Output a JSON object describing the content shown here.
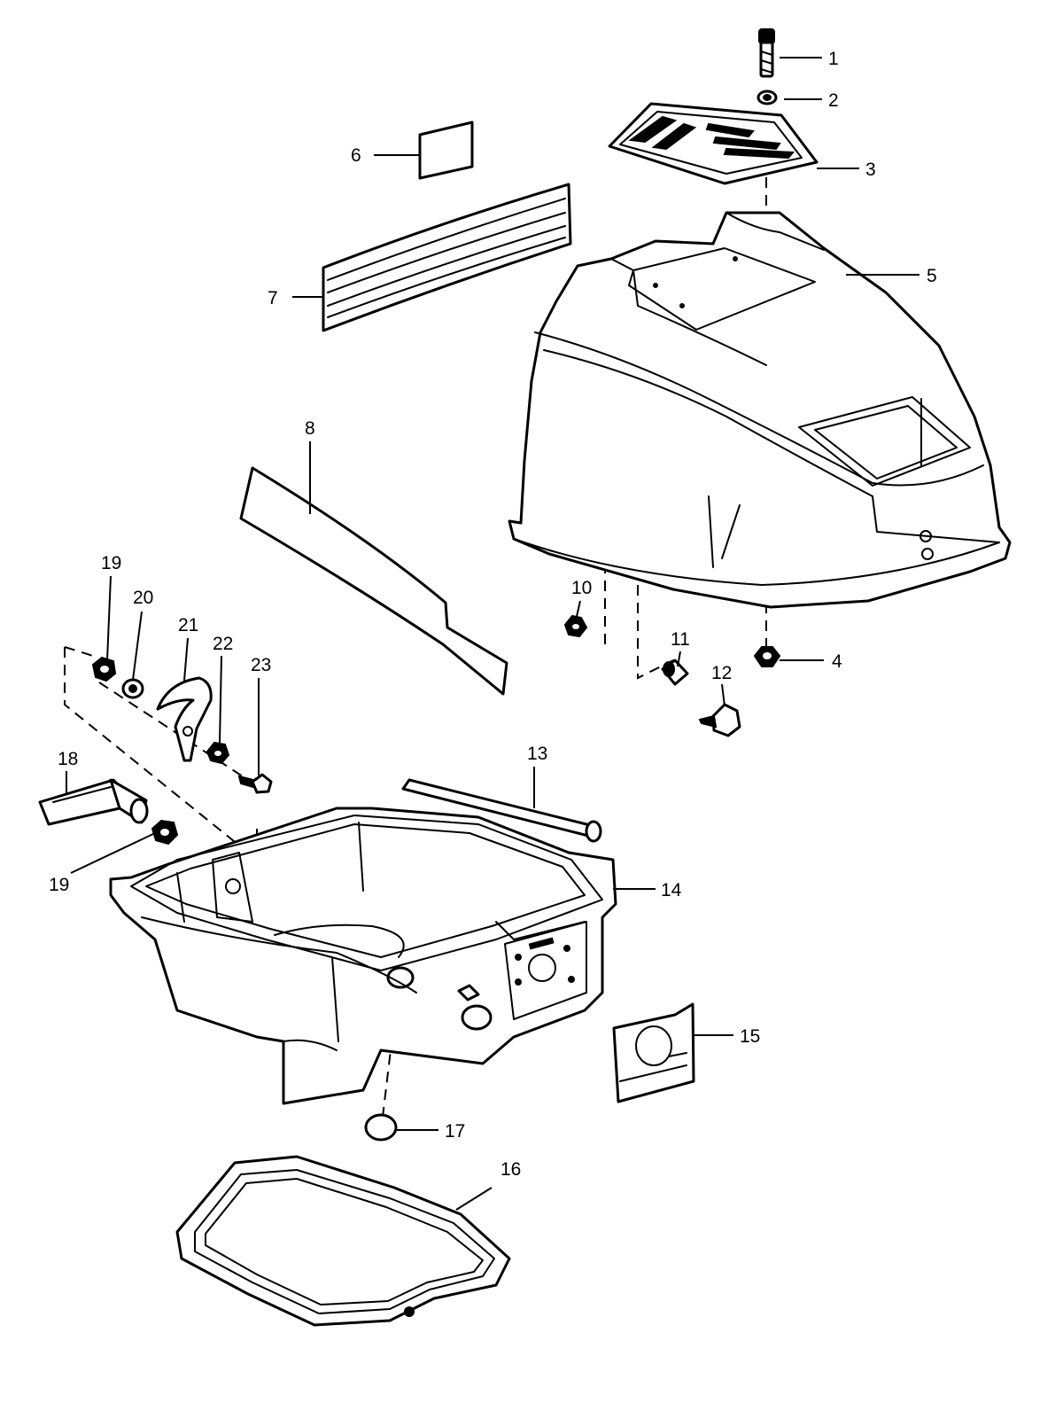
{
  "callouts": [
    {
      "id": "label-1",
      "text": "1"
    },
    {
      "id": "label-2",
      "text": "2"
    },
    {
      "id": "label-3",
      "text": "3"
    },
    {
      "id": "label-4",
      "text": "4"
    },
    {
      "id": "label-5",
      "text": "5"
    },
    {
      "id": "label-6",
      "text": "6"
    },
    {
      "id": "label-7",
      "text": "7"
    },
    {
      "id": "label-8",
      "text": "8"
    },
    {
      "id": "label-10",
      "text": "10"
    },
    {
      "id": "label-11",
      "text": "11"
    },
    {
      "id": "label-12",
      "text": "12"
    },
    {
      "id": "label-13",
      "text": "13"
    },
    {
      "id": "label-14",
      "text": "14"
    },
    {
      "id": "label-15",
      "text": "15"
    },
    {
      "id": "label-16",
      "text": "16"
    },
    {
      "id": "label-17",
      "text": "17"
    },
    {
      "id": "label-18",
      "text": "18"
    },
    {
      "id": "label-19-top",
      "text": "19"
    },
    {
      "id": "label-19-bottom",
      "text": "19"
    },
    {
      "id": "label-20",
      "text": "20"
    },
    {
      "id": "label-21",
      "text": "21"
    },
    {
      "id": "label-22",
      "text": "22"
    },
    {
      "id": "label-23",
      "text": "23"
    }
  ]
}
